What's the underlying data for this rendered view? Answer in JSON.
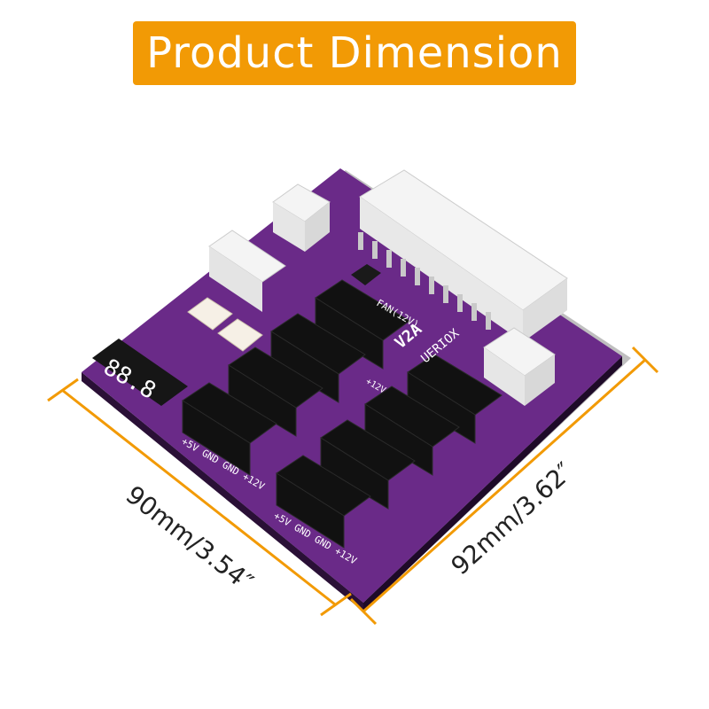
{
  "banner": {
    "title": "Product Dimension"
  },
  "dimensions": {
    "width": "90mm/3.54″",
    "depth": "92mm/3.62″"
  },
  "board": {
    "model": "V2A",
    "brand": "UERIOX",
    "fan_label": "FAN(12V)",
    "molex_pinout": "+5V GND GND +12V",
    "twelve_v": "+12V",
    "display": "88.8"
  },
  "colors": {
    "accent": "#f29a05",
    "pcb": "#6a2a88",
    "connector": "#111111",
    "header": "#f4f4f4"
  }
}
